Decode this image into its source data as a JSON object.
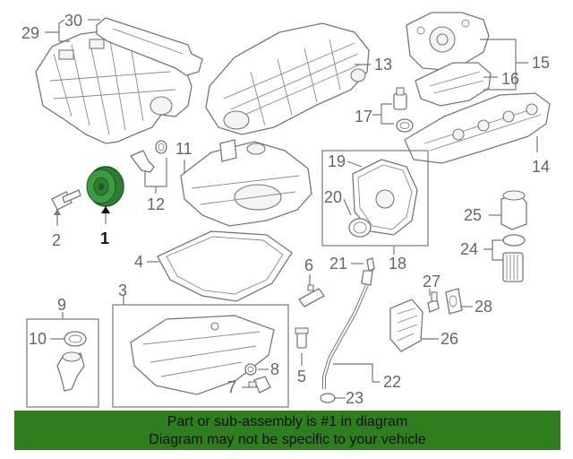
{
  "labels": {
    "p1": "1",
    "p2": "2",
    "p3": "3",
    "p4": "4",
    "p5": "5",
    "p6": "6",
    "p7": "7",
    "p8": "8",
    "p9": "9",
    "p10": "10",
    "p11": "11",
    "p12": "12",
    "p13": "13",
    "p14": "14",
    "p15": "15",
    "p16": "16",
    "p17": "17",
    "p18": "18",
    "p19": "19",
    "p20": "20",
    "p21": "21",
    "p22": "22",
    "p23": "23",
    "p24": "24",
    "p25": "25",
    "p26": "26",
    "p27": "27",
    "p28": "28",
    "p29": "29",
    "p30": "30"
  },
  "highlight_color": "#2f7d32",
  "footer": {
    "line1": "Part or sub-assembly is #1 in diagram",
    "line2": "Diagram may not be specific to your vehicle",
    "background": "#2e7d1f"
  }
}
